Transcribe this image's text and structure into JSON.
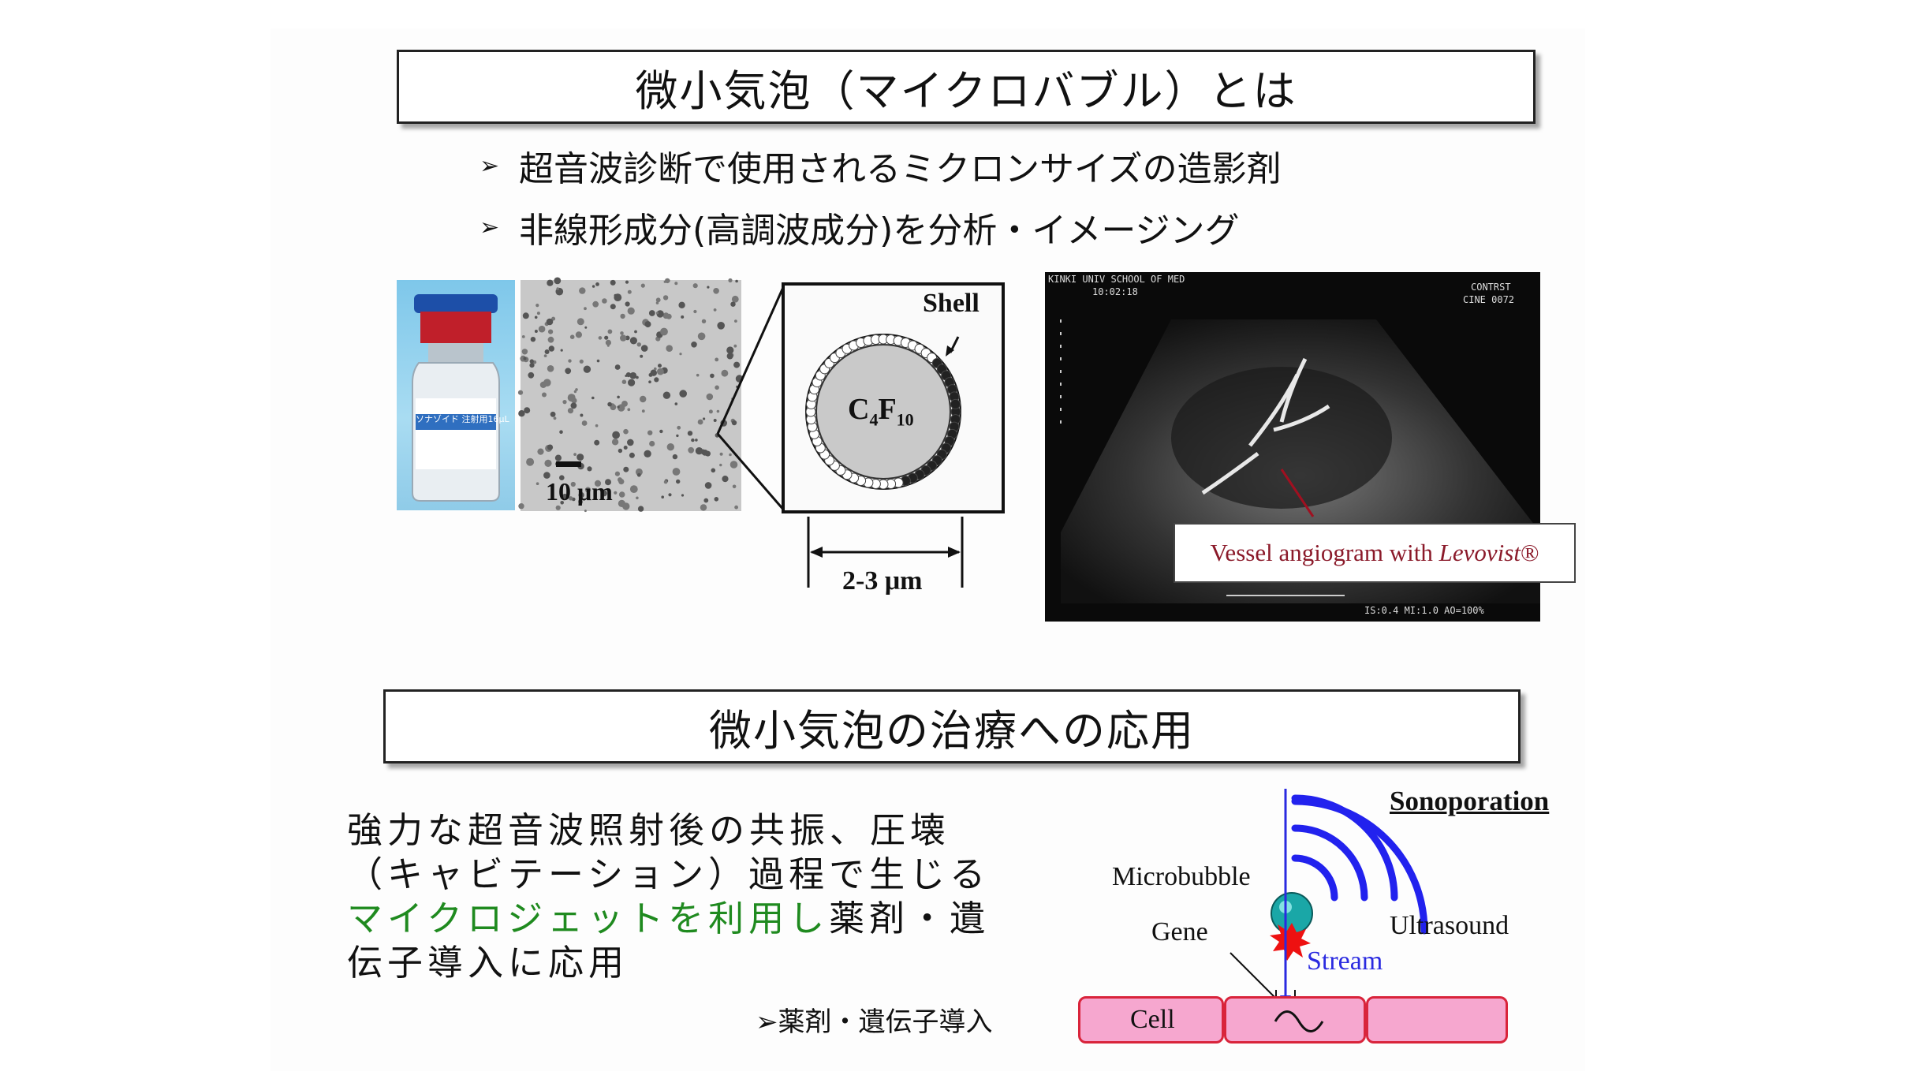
{
  "slide": {
    "title1": "微小気泡（マイクロバブル）とは",
    "bullets": [
      "超音波診断で使用されるミクロンサイズの造影剤",
      "非線形成分(高調波成分)を分析・イメージング"
    ],
    "bullet_marker": "➢"
  },
  "figure": {
    "vial_label": "ソナゾイド 注射用16μL",
    "scale_bar_label": "10 μm",
    "shell_label": "Shell",
    "core_label_main": "C",
    "core_sub1": "4",
    "core_label_f": "F",
    "core_sub2": "10",
    "size_label": "2-3 μm"
  },
  "ultrasound": {
    "header_line1": "KINKI UNIV SCHOOL OF MED",
    "header_line2": "10:02:18",
    "right_line1": "CONTRST",
    "right_line2": "CINE 0072",
    "status_line": "IS:0.4 MI:1.0 AO=100%",
    "caption_prefix": "Vessel angiogram with ",
    "caption_italic": "Levovist",
    "caption_suffix": "®"
  },
  "section2": {
    "title2": "微小気泡の治療への応用",
    "para_part1": "強力な超音波照射後の共振、圧壊（キャビテーション）過程で生じる",
    "para_green": "マイクロジェットを利用し",
    "para_part2": "薬剤・遺伝子導入に応用",
    "bottom_bullet": "➢薬剤・遺伝子導入"
  },
  "diagram": {
    "title": "Sonoporation",
    "microbubble": "Microbubble",
    "ultrasound": "Ultrasound",
    "gene": "Gene",
    "stream": "Stream",
    "cell": "Cell"
  },
  "colors": {
    "green_text": "#1f8a1f",
    "wave_blue": "#2222ee",
    "stream_blue": "#2a2ae0",
    "cell_fill": "#f6a7cf",
    "cell_border": "#d9243b",
    "caption_red": "#8b1a2a"
  }
}
